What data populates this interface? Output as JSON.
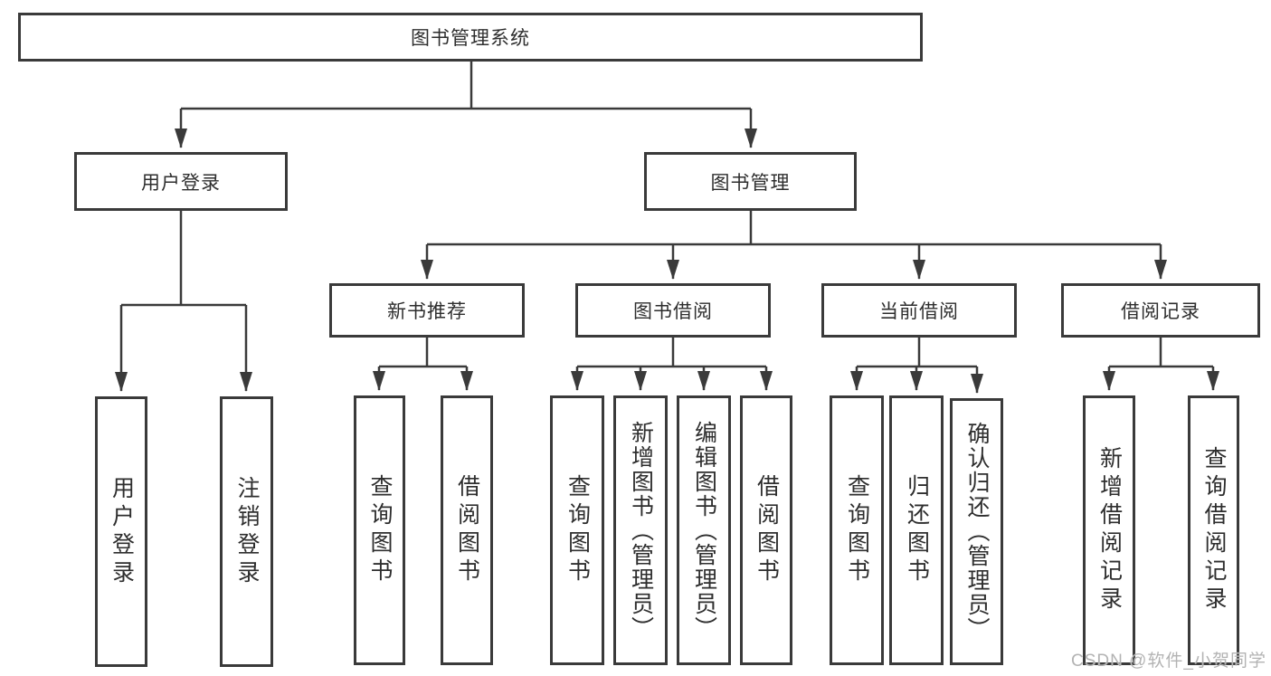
{
  "diagram": {
    "type": "hierarchy-functional-structure",
    "watermark": "CSDN @软件_小贺同学",
    "colors": {
      "line": "#3a3a3a",
      "text": "#2e2e2e",
      "background": "#ffffff",
      "watermark": "#b3b3b3"
    }
  },
  "tree": {
    "root": {
      "label": "图书管理系统"
    },
    "branches": [
      {
        "label": "用户登录",
        "children": [
          {
            "label": "用户登录"
          },
          {
            "label": "注销登录"
          }
        ]
      },
      {
        "label": "图书管理",
        "children": [
          {
            "label": "新书推荐",
            "children": [
              {
                "label": "查询图书"
              },
              {
                "label": "借阅图书"
              }
            ]
          },
          {
            "label": "图书借阅",
            "children": [
              {
                "label": "查询图书"
              },
              {
                "label": "新增图书（管理员）"
              },
              {
                "label": "编辑图书（管理员）"
              },
              {
                "label": "借阅图书"
              }
            ]
          },
          {
            "label": "当前借阅",
            "children": [
              {
                "label": "查询图书"
              },
              {
                "label": "归还图书"
              },
              {
                "label": "确认归还（管理员）"
              }
            ]
          },
          {
            "label": "借阅记录",
            "children": [
              {
                "label": "新增借阅记录"
              },
              {
                "label": "查询借阅记录"
              }
            ]
          }
        ]
      }
    ]
  }
}
